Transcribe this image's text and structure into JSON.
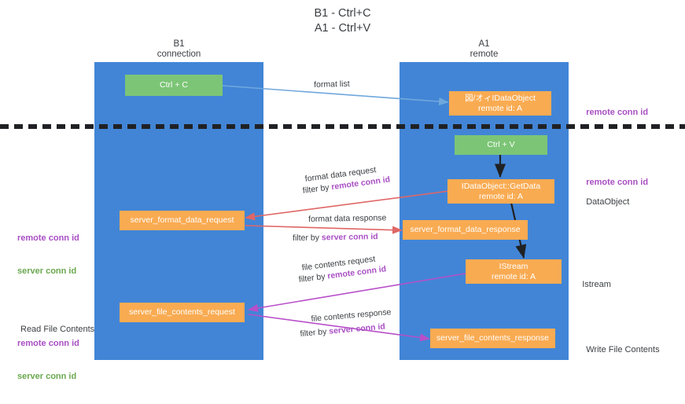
{
  "title": "B1 - Ctrl+C\nA1 - Ctrl+V",
  "columns": [
    {
      "name": "col-b1",
      "heading": "B1\nconnection"
    },
    {
      "name": "col-a1",
      "heading": "A1\nremote"
    }
  ],
  "boxes": {
    "ctrl_c": "Ctrl + C",
    "ctrl_v": "Ctrl + V",
    "idataobject_line1": "図/オィIDataObject",
    "idataobject_line2": "remote id: A",
    "getdata_line1": "IDataObject::GetData",
    "getdata_line2": "remote id: A",
    "istream_line1": "IStream",
    "istream_line2": "remote id: A",
    "server_format_data_request": "server_format_data_request",
    "server_format_data_response": "server_format_data_response",
    "server_file_contents_request": "server_file_contents_request",
    "server_file_contents_response": "server_file_contents_response"
  },
  "captions": {
    "format_list": "format list",
    "format_data_request": "format data request",
    "format_data_request_filter_prefix": "filter by ",
    "format_data_request_filter_key": "remote conn id",
    "format_data_response": "format data response",
    "format_data_response_filter_prefix": "filter by ",
    "format_data_response_filter_key": "server conn id",
    "file_contents_request": "file contents request",
    "file_contents_request_filter_prefix": "filter by ",
    "file_contents_request_filter_key": "remote conn id",
    "file_contents_response": "file contents response",
    "file_contents_response_filter_prefix": "filter by ",
    "file_contents_response_filter_key": "server conn id"
  },
  "right_labels": {
    "remote_conn_id_top": "remote conn id",
    "remote_conn_id_mid": "remote conn id",
    "dataobject": "DataObject",
    "istream": "Istream",
    "write_file_contents": "Write File Contents"
  },
  "left_labels": {
    "remote_conn_id": "remote conn id",
    "server_conn_id": "server conn id",
    "read_file_contents": "Read File Contents",
    "remote_conn_id_2": "remote conn id",
    "server_conn_id_2": "server conn id"
  },
  "colors": {
    "lane": "#4285d6",
    "green_box": "#7cc576",
    "orange_box": "#f9ab52",
    "purple_text": "#a94fc4",
    "green_text": "#6aa84f",
    "arrow_blue": "#6fa8dc",
    "arrow_red": "#e06666",
    "arrow_purple": "#b84fc9",
    "arrow_black": "#202124",
    "divider": "#202124",
    "text": "#3c4043",
    "background": "#ffffff"
  }
}
